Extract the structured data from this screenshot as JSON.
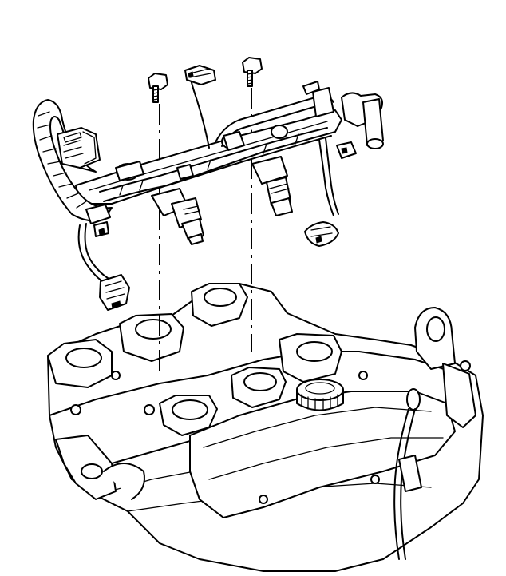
{
  "figure": {
    "background_color": "#ffffff",
    "line_color": "#000000",
    "style": "line-art",
    "parts": [
      "wiring-harness",
      "fuel-rail",
      "fuel-injector",
      "mounting-bolt",
      "electrical-connector",
      "sensor-lead",
      "engine-cylinder-head",
      "intake-manifold",
      "valve-cover",
      "oil-filler-cap",
      "lifting-bracket",
      "ground-strap"
    ]
  }
}
